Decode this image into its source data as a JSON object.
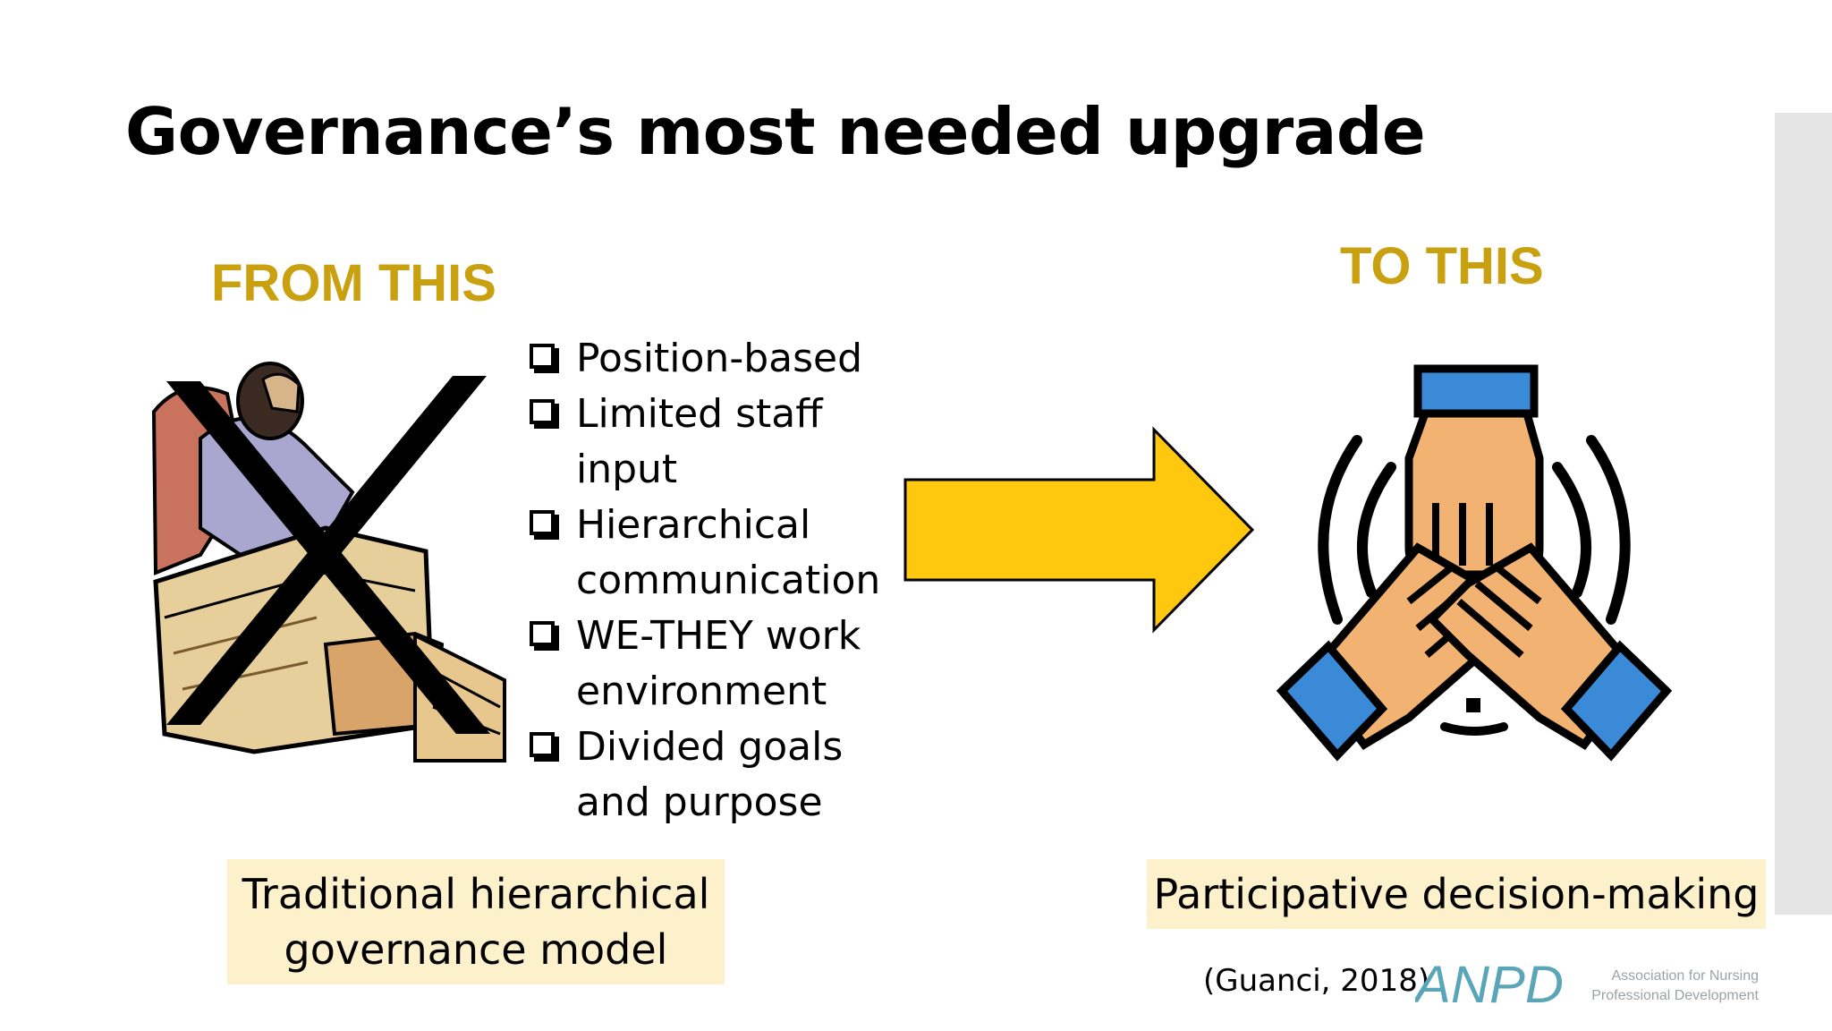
{
  "slide": {
    "title": "Governance’s most needed upgrade",
    "accent_color": "#c9a00f",
    "arrow_color": "#fec80e",
    "caption_bg": "#fdf1cc"
  },
  "from": {
    "label": "FROM THIS",
    "bullets": [
      [
        "Position-based"
      ],
      [
        "Limited staff",
        "input"
      ],
      [
        "Hierarchical",
        "communication"
      ],
      [
        "WE-THEY work",
        "environment"
      ],
      [
        "Divided goals",
        "and purpose"
      ]
    ],
    "caption_lines": [
      "Traditional hierarchical",
      "governance model"
    ],
    "image_icon": "crossed-out-desk-worker-image"
  },
  "to": {
    "label": "TO THIS",
    "caption": "Participative decision-making",
    "image_icon": "stacked-hands-teamwork-icon"
  },
  "footer": {
    "citation": "(Guanci, 2018)",
    "logo_text": "ANPD",
    "logo_sub_lines": [
      "Association for Nursing",
      "Professional Development"
    ],
    "logo_color": "#5aa6b8"
  }
}
